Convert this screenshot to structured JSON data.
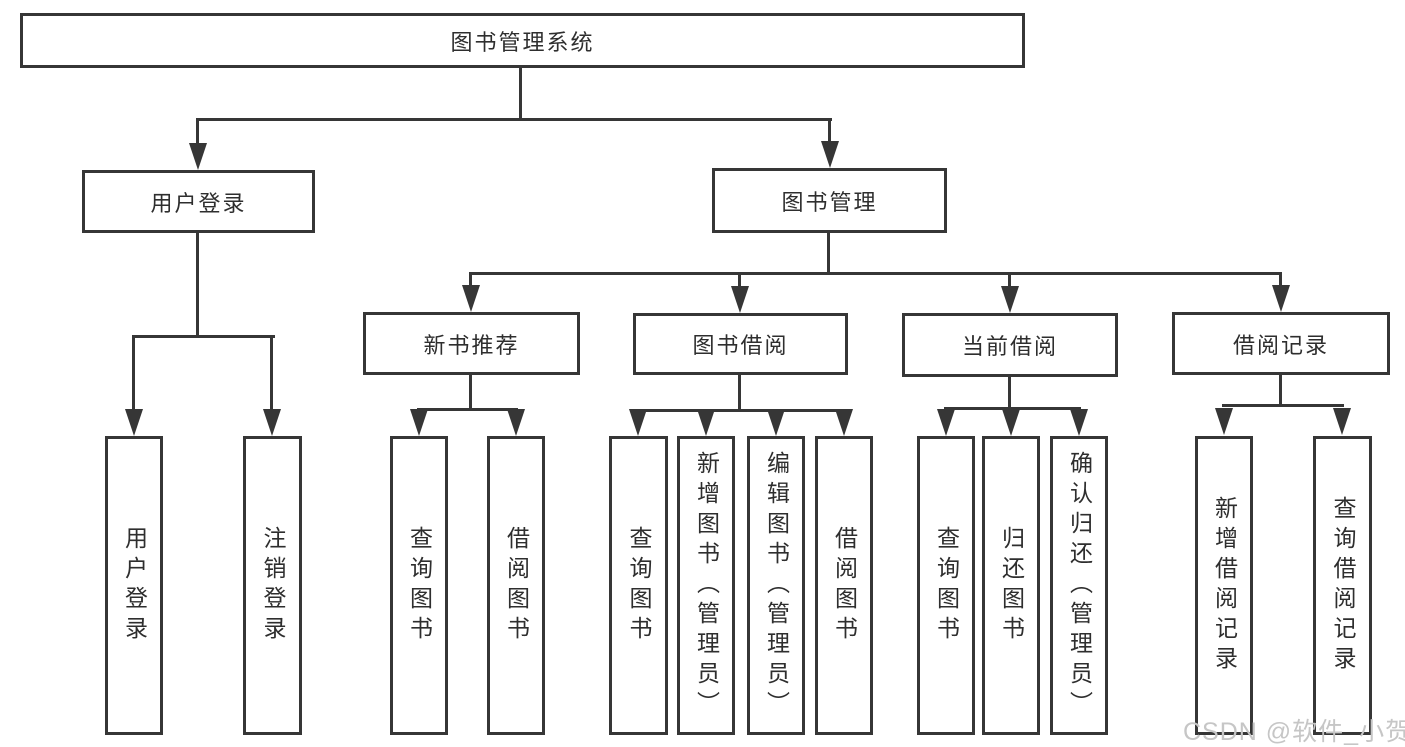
{
  "tree": {
    "root": "图书管理系统",
    "children": [
      {
        "label": "用户登录",
        "children": [
          "用户登录",
          "注销登录"
        ]
      },
      {
        "label": "图书管理",
        "children": [
          {
            "label": "新书推荐",
            "children": [
              "查询图书",
              "借阅图书"
            ]
          },
          {
            "label": "图书借阅",
            "children": [
              "查询图书",
              "新增图书（管理员）",
              "编辑图书（管理员）",
              "借阅图书"
            ]
          },
          {
            "label": "当前借阅",
            "children": [
              "查询图书",
              "归还图书",
              "确认归还（管理员）"
            ]
          },
          {
            "label": "借阅记录",
            "children": [
              "新增借阅记录",
              "查询借阅记录"
            ]
          }
        ]
      }
    ]
  },
  "watermark": {
    "text": "CSDN @软件_小贺同学"
  },
  "colors": {
    "line": "#363636",
    "text": "#2e2e2e",
    "watermark": "#c6c6c6",
    "background": "#ffffff"
  }
}
